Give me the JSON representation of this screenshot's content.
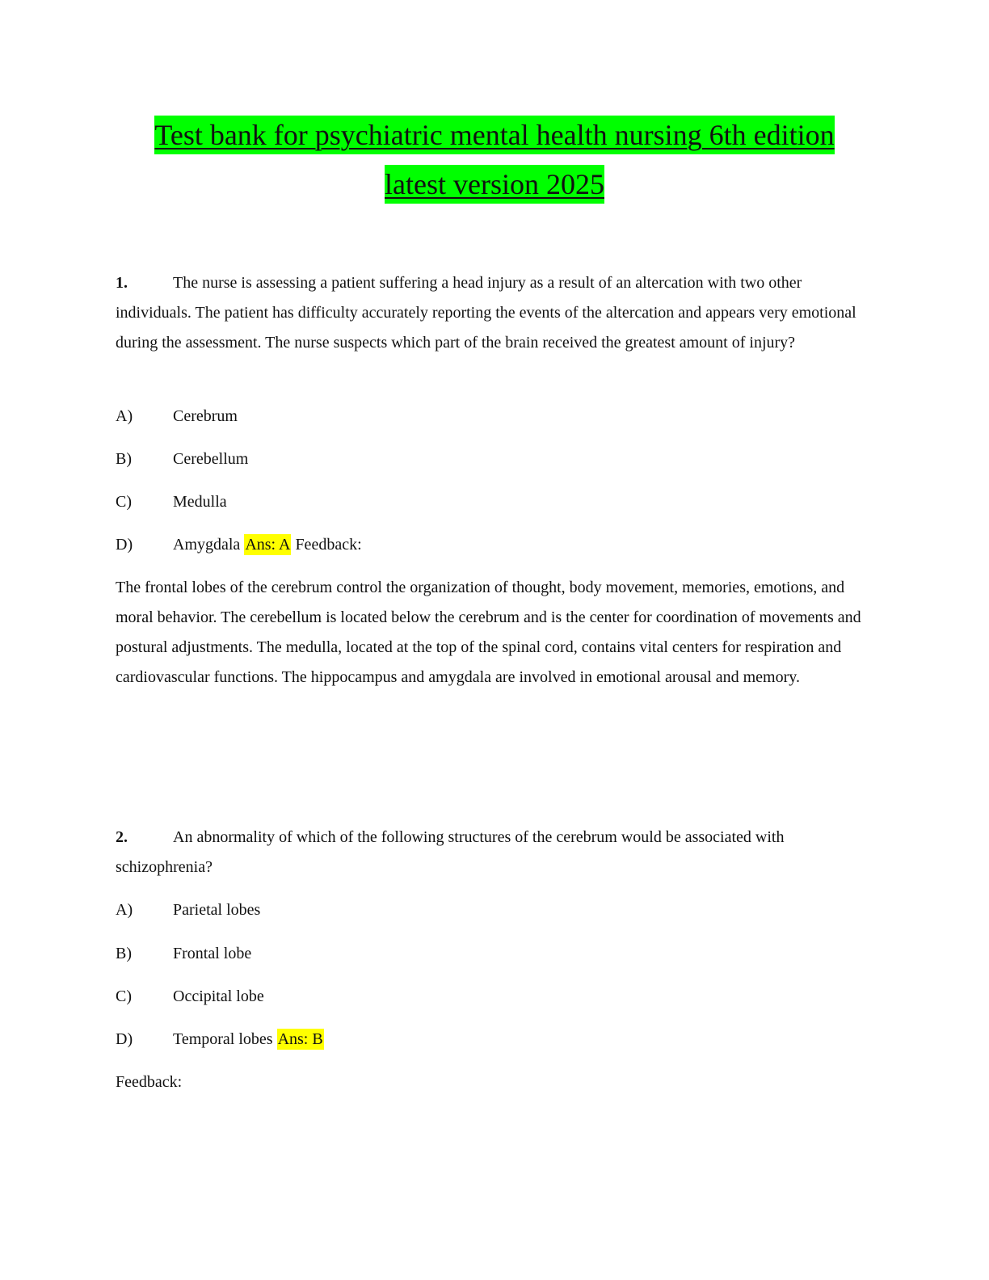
{
  "colors": {
    "title_highlight": "#00ff00",
    "answer_highlight": "#ffff00"
  },
  "title": {
    "line1": "Test bank for psychiatric mental health nursing 6th edition",
    "line2": "latest version 2025"
  },
  "questions": [
    {
      "number": "1.",
      "text": "The nurse is assessing a patient suffering a head injury as a result of an altercation with two other individuals. The patient has difficulty accurately reporting the events of the altercation and appears very emotional during the assessment. The nurse suspects which part of the brain received the greatest amount of injury?",
      "options": [
        {
          "letter": "A)",
          "text": "Cerebrum"
        },
        {
          "letter": "B)",
          "text": "Cerebellum"
        },
        {
          "letter": "C)",
          "text": "Medulla"
        },
        {
          "letter": "D)",
          "text": "Amygdala"
        }
      ],
      "answer": "Ans: A",
      "feedback_label": "Feedback:",
      "feedback": "The frontal lobes of the cerebrum control the organization of thought, body movement, memories, emotions, and moral behavior. The cerebellum is located below the cerebrum and is the center for coordination of movements and postural adjustments. The medulla, located at the top of the spinal cord, contains vital centers for respiration and cardiovascular functions. The hippocampus and amygdala are involved in emotional arousal and memory."
    },
    {
      "number": "2.",
      "text": "An abnormality of which of the following structures of the cerebrum would be associated with schizophrenia?",
      "options": [
        {
          "letter": "A)",
          "text": "Parietal lobes"
        },
        {
          "letter": "B)",
          "text": "Frontal lobe"
        },
        {
          "letter": "C)",
          "text": "Occipital lobe"
        },
        {
          "letter": "D)",
          "text": "Temporal lobes"
        }
      ],
      "answer": "Ans: B",
      "feedback_label": "Feedback:"
    }
  ]
}
